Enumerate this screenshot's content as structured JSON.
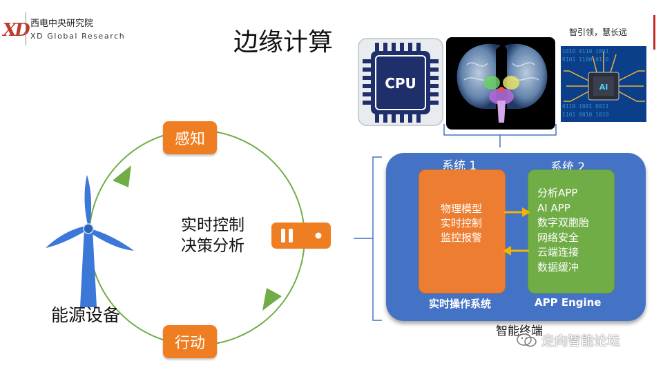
{
  "header": {
    "logo_text": "XD",
    "org_cn": "西电中央研究院",
    "org_en": "XD Global Research",
    "title": "边缘计算",
    "slogan": "智引领，慧长远"
  },
  "images": {
    "cpu_label": "CPU",
    "chip_label": "AI"
  },
  "cycle": {
    "sense": "感知",
    "act": "行动",
    "center_line1": "实时控制",
    "center_line2": "决策分析",
    "device_label": "能源设备"
  },
  "terminal": {
    "system1_title": "系统 1",
    "system2_title": "系统 2",
    "system1_items": [
      "物理模型",
      "实时控制",
      "监控报警"
    ],
    "system2_items": [
      "分析APP",
      "AI APP",
      "数字双胞胎",
      "网络安全",
      "云端连接",
      "数据缓冲"
    ],
    "system1_caption": "实时操作系统",
    "system2_caption": "APP Engine",
    "label": "智能终端"
  },
  "watermark": "走向智能论坛",
  "colors": {
    "orange": "#ef7d22",
    "blue": "#4472c4",
    "green": "#70ad47",
    "arrow_green": "#70ad47",
    "arrow_yellow": "#f4b400",
    "brand_red": "#c62828"
  }
}
